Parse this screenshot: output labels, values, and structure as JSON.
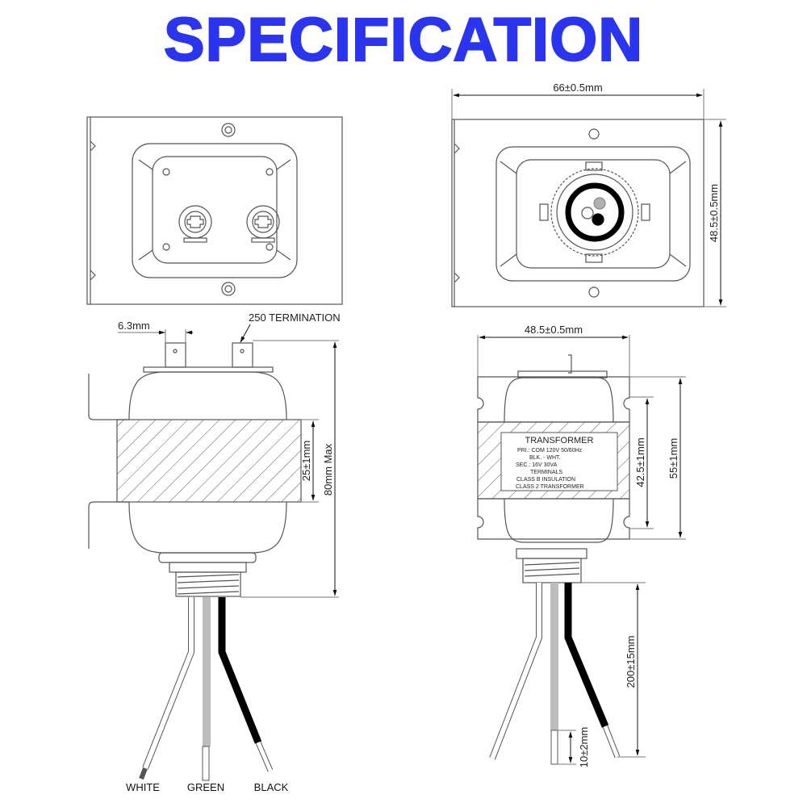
{
  "title": "SPECIFICATION",
  "colors": {
    "title": "#2b35f0",
    "line": "#555555",
    "wire_white": "#ffffff",
    "wire_green": "#bdbdbd",
    "wire_black": "#000000"
  },
  "top_left_view": {
    "description": "top view with two screw terminals"
  },
  "top_right_view": {
    "width_dim": "66±0.5mm",
    "height_dim": "48.5±0.5mm"
  },
  "side_left_view": {
    "terminal_width_dim": "6.3mm",
    "termination_label": "250 TERMINATION",
    "core_dim": "25±1mm",
    "height_dim": "80mm Max",
    "wires": [
      {
        "label": "WHITE",
        "color": "#ffffff"
      },
      {
        "label": "GREEN",
        "color": "#bdbdbd"
      },
      {
        "label": "BLACK",
        "color": "#000000"
      }
    ]
  },
  "side_right_view": {
    "width_dim": "48.5±0.5mm",
    "slot_dim": "42.5±1mm",
    "height_dim": "55±1mm",
    "lead_dim": "200±15mm",
    "strip_dim": "10±2mm",
    "label_plate": {
      "heading": "TRANSFORMER",
      "lines": [
        "PRI.: COM  120V  50/60Hz",
        "BLK. - WHT.",
        "SEC.: 16V   30VA",
        "TERMINALS",
        "CLASS B INSULATION",
        "CLASS 2 TRANSFORMER"
      ]
    }
  }
}
